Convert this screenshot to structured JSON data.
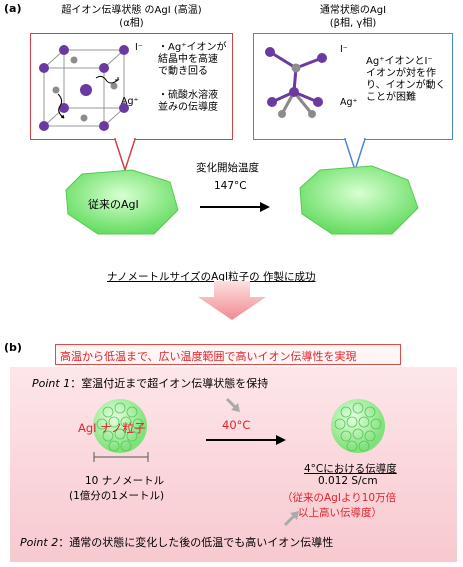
{
  "panel_a": {
    "tag": "(a)",
    "left_title_line1": "超イオン伝導状態 のAgI (高温)",
    "left_title_line2": "(α相)",
    "right_title_line1": "通常状態のAgI",
    "right_title_line2": "(β相, γ相)",
    "left_ion_i": "I⁻",
    "left_ion_ag": "Ag⁺",
    "right_ion_i": "I⁻",
    "right_ion_ag": "Ag⁺",
    "left_note1_lines": [
      "・Ag⁺イオンが",
      "結晶中を高速",
      "で動き回る"
    ],
    "left_note2_lines": [
      "・硫酸水溶液",
      "並みの伝導度"
    ],
    "right_note_lines": [
      "Ag⁺イオンとI⁻",
      "イオンが対を作",
      "り、イオンが動く",
      "ことが困難"
    ],
    "crystal_left_label": "従来のAgI",
    "transition_label": "変化開始温度",
    "transition_temp": "147°C",
    "success_text": "ナノメートルサイズのAgI粒子の 作製に成功"
  },
  "panel_b": {
    "tag": "(b)",
    "headline": "高温から低温まで、広い温度範囲で高いイオン伝導性を実現",
    "point1_label": "Point 1",
    "point1_text": "：室温付近まで超イオン伝導状態を保持",
    "particle_label": "AgI ナノ粒子",
    "arrow_temp": "40°C",
    "size_line1": "10 ナノメートル",
    "size_line2": "(1億分の1メートル)",
    "cond_title": "4°Cにおける伝導度",
    "cond_value": "0.012 S/cm",
    "cond_note1": "（従来のAgIより10万倍",
    "cond_note2": "以上高い伝導度）",
    "point2_label": "Point 2",
    "point2_text": "：通常の状態に変化した後の低温でも高いイオン伝導性"
  },
  "colors": {
    "left_box_border": "#d0404a",
    "right_box_border": "#4a86d8",
    "crystal_green": "#9df29a",
    "highlight_red": "#e0242a",
    "pink_bg": "#f7c9cf"
  }
}
